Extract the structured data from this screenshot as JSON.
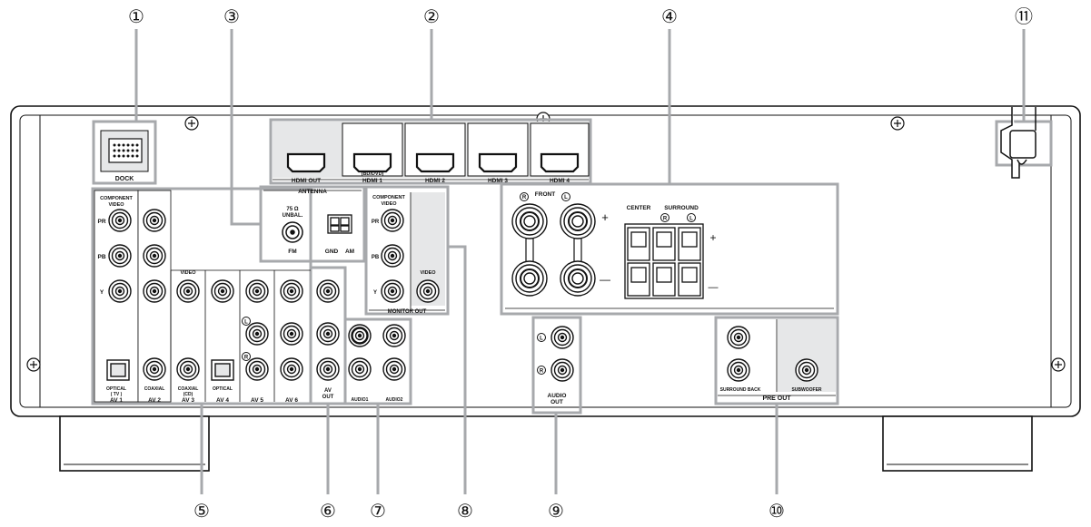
{
  "callouts": {
    "c1": "①",
    "c2": "②",
    "c3": "③",
    "c4": "④",
    "c5": "⑤",
    "c6": "⑥",
    "c7": "⑦",
    "c8": "⑧",
    "c9": "⑨",
    "c10": "⑩",
    "c11": "⑪"
  },
  "labels": {
    "dock": "DOCK",
    "hdmi_out": "HDMI OUT",
    "hdmi1_sub": "(BD/DVD)",
    "hdmi1": "HDMI 1",
    "hdmi2": "HDMI 2",
    "hdmi3": "HDMI 3",
    "hdmi4": "HDMI 4",
    "antenna": "ANTENNA",
    "ohm1": "75 Ω",
    "ohm2": "UNBAL.",
    "fm": "FM",
    "gnd": "GND",
    "am": "AM",
    "comp1": "COMPONENT",
    "comp2": "VIDEO",
    "pr": "PR",
    "pb": "PB",
    "y": "Y",
    "video": "VIDEO",
    "comp_mon1": "COMPONENT",
    "comp_mon2": "VIDEO",
    "pr2": "PR",
    "pb2": "PB",
    "y2": "Y",
    "video_mon": "VIDEO",
    "monitor_out": "MONITOR OUT",
    "optical1": "OPTICAL",
    "tv": "( TV )",
    "av1": "AV 1",
    "coaxial2": "COAXIAL",
    "av2": "AV 2",
    "coaxial3": "COAXIAL",
    "cd": "(CD)",
    "av3": "AV 3",
    "optical4": "OPTICAL",
    "av4": "AV 4",
    "av5": "AV 5",
    "av6": "AV 6",
    "av_out1": "AV",
    "av_out2": "OUT",
    "audio1": "AUDIO1",
    "audio2": "AUDIO2",
    "front": "FRONT",
    "center": "CENTER",
    "surround": "SURROUND",
    "r": "R",
    "l": "L",
    "plus": "+",
    "minus": "—",
    "audio_out1": "AUDIO",
    "audio_out2": "OUT",
    "surround_back": "SURROUND BACK",
    "subwoofer": "SUBWOOFER",
    "pre_out": "PRE OUT"
  },
  "colors": {
    "line": "#111111",
    "highlight": "#a7a9ac",
    "fill": "#e6e7e8"
  }
}
